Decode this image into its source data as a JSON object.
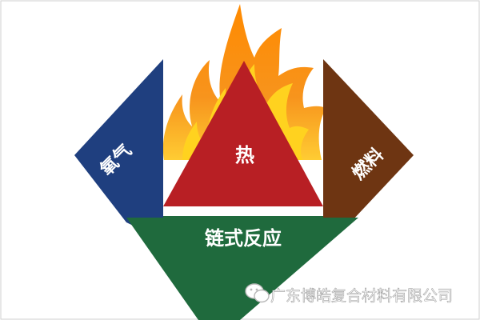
{
  "diagram": {
    "labels": {
      "oxygen": "氧气",
      "heat": "热",
      "fuel": "燃料",
      "chain_reaction": "链式反应"
    },
    "colors": {
      "oxygen": "#1f3f7f",
      "heat": "#b81f24",
      "fuel": "#6e3512",
      "chain_reaction": "#1f6a3d",
      "flame_outer": "#f7941d",
      "flame_inner": "#ffd21f",
      "label_text": "#ffffff"
    }
  },
  "watermark": {
    "icon": "wechat-icon",
    "text": "广东博皓复合材料有限公司"
  }
}
